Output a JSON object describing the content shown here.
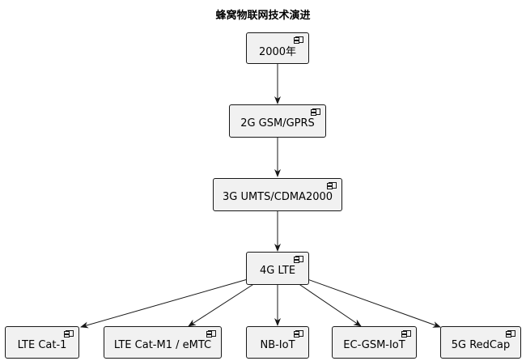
{
  "title": "蜂窝物联网技术演进",
  "nodes": {
    "n2000": "2000年",
    "n2g": "2G GSM/GPRS",
    "n3g": "3G UMTS/CDMA2000",
    "n4g": "4G LTE",
    "cat1": "LTE Cat-1",
    "catm1": "LTE Cat-M1 / eMTC",
    "nbiot": "NB-IoT",
    "ecgsm": "EC-GSM-IoT",
    "redcap": "5G RedCap"
  },
  "colors": {
    "node_fill": "#f1f1f1",
    "stroke": "#181818"
  }
}
